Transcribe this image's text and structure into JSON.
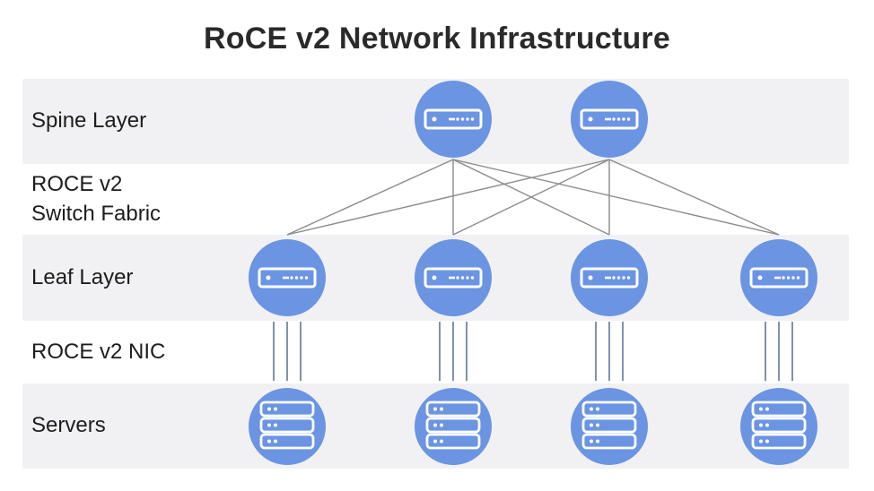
{
  "title": "RoCE v2 Network Infrastructure",
  "rows": [
    {
      "id": "spine",
      "label": "Spine Layer",
      "band": "gray"
    },
    {
      "id": "fabric",
      "label": "ROCE v2\nSwitch Fabric",
      "band": "white"
    },
    {
      "id": "leaf",
      "label": "Leaf Layer",
      "band": "gray"
    },
    {
      "id": "nic",
      "label": "ROCE v2 NIC",
      "band": "white"
    },
    {
      "id": "servers",
      "label": "Servers",
      "band": "gray"
    }
  ],
  "topology": {
    "spine_switch_count": 2,
    "leaf_switch_count": 4,
    "server_count": 4,
    "spine_to_leaf": "full-mesh",
    "leaf_to_server_links_each": 3,
    "node_icons": {
      "spine": "switch-icon",
      "leaf": "switch-icon",
      "server": "server-stack-icon"
    }
  },
  "colors": {
    "node_blue": "#6b94e3",
    "band_gray": "#f1f1f3",
    "mesh_line": "#8c8c8c",
    "nic_line": "#7e93ad",
    "icon_white": "#ffffff",
    "title_text": "#2a2a2a",
    "label_text": "#1d1d1d"
  }
}
